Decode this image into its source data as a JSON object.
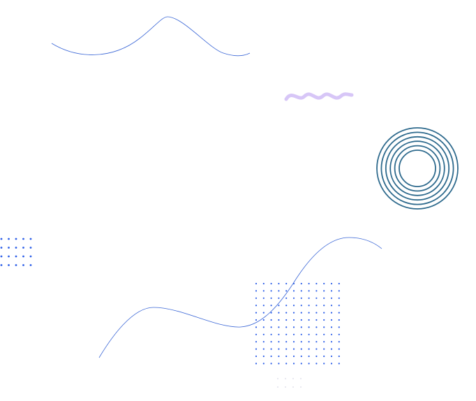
{
  "colors": {
    "background": "#ffffff",
    "wave_stroke": "#3a66d6",
    "squiggle_stroke": "#d7c6f7",
    "rings_stroke": "#2e6a8d",
    "dots_blue": "#2c5ee8",
    "dots_faint": "#e7e7ee"
  },
  "decorations": {
    "rings_count": 6,
    "small_dot_grid": {
      "rows": 4,
      "cols": 5
    },
    "large_dot_grid": {
      "rows": 12,
      "cols": 12
    },
    "faint_dot_grid": {
      "rows": 2,
      "cols": 4
    }
  }
}
